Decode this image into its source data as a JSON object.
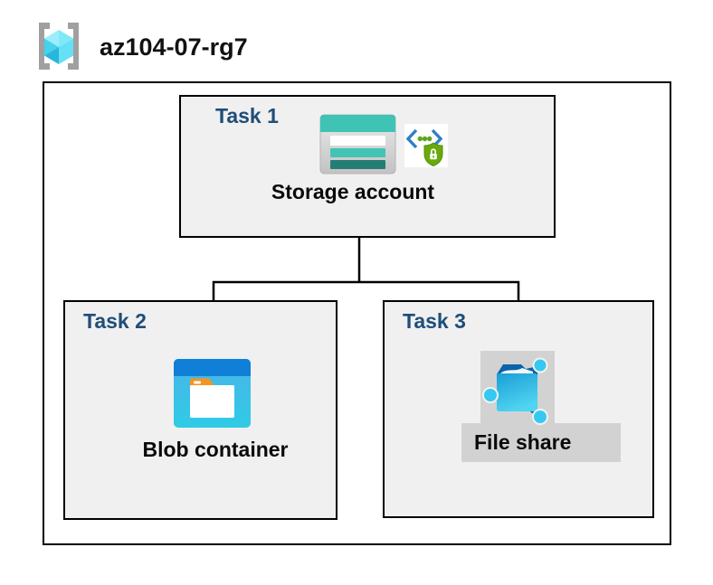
{
  "header": {
    "resource_group_name": "az104-07-rg7"
  },
  "diagram": {
    "tasks": [
      {
        "label": "Task 1",
        "item_label": "Storage account",
        "icons": [
          "storage-account-icon",
          "sas-shield-lock-icon"
        ]
      },
      {
        "label": "Task 2",
        "item_label": "Blob container",
        "icons": [
          "blob-container-icon"
        ]
      },
      {
        "label": "Task 3",
        "item_label": "File share",
        "icons": [
          "file-share-icon"
        ]
      }
    ],
    "connections": [
      {
        "from": "Storage account",
        "to": "Blob container"
      },
      {
        "from": "Storage account",
        "to": "File share"
      }
    ]
  },
  "colors": {
    "task_label_navy": "#1f4e79",
    "box_fill_gray": "#f0f0f0",
    "box_border": "#000000",
    "storage_teal": "#3ec3b4",
    "storage_teal_dark": "#257d76",
    "blob_top_blue": "#0f7fd7",
    "blob_body_cyan": "#2fcbe5",
    "fileshare_navy": "#0b63a8",
    "fileshare_node_cyan": "#35c9f1",
    "selection_gray": "#d2d2d2",
    "shield_green": "#68a90c",
    "chevron_blue": "#2e7fc4",
    "bracket_gray": "#a0a0a0",
    "cube_cyan_light": "#9aeefb",
    "cube_cyan_dark": "#28b7da"
  }
}
